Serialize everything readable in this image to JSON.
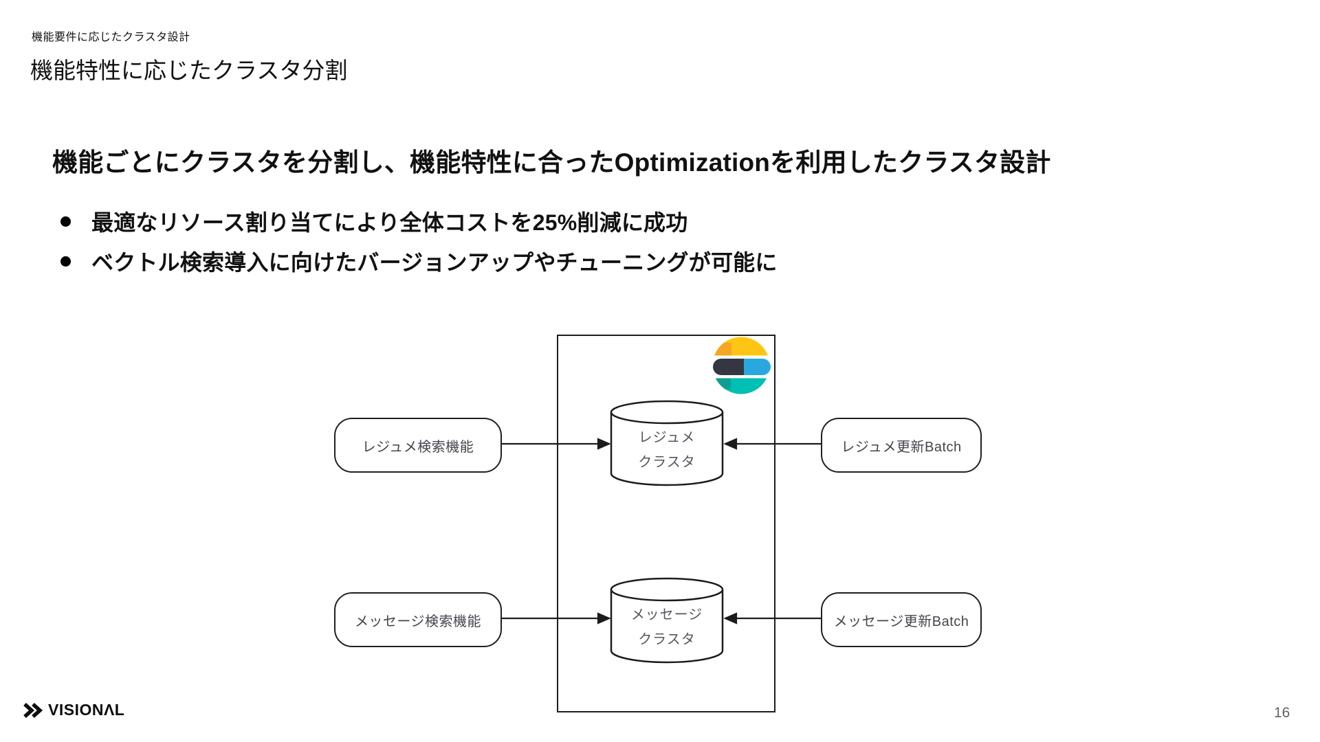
{
  "header": {
    "kicker": "機能要件に応じたクラスタ設計",
    "title": "機能特性に応じたクラスタ分割"
  },
  "lead": {
    "pre": "機能ごとにクラスタを分割し、機能特性に合った",
    "em": "Optimization",
    "post": "を利用したクラスタ設計"
  },
  "bullets": [
    {
      "pre": "最適なリソース割り当てにより全体コストを",
      "em": "25%",
      "post": "削減に成功"
    },
    {
      "pre": "ベクトル検索導入に向けたバージョンアップやチューニングが可能に",
      "em": "",
      "post": ""
    }
  ],
  "diagram": {
    "sources": [
      {
        "label": "レジュメ検索機能"
      },
      {
        "label": "メッセージ検索機能"
      }
    ],
    "clusters": [
      {
        "line1": "レジュメ",
        "line2": "クラスタ"
      },
      {
        "line1": "メッセージ",
        "line2": "クラスタ"
      }
    ],
    "batches": [
      {
        "label": "レジュメ更新Batch"
      },
      {
        "label": "メッセージ更新Batch"
      }
    ],
    "logo": "elasticsearch-logo"
  },
  "footer": {
    "brand": "VISIONΛL",
    "page": "16"
  },
  "colors": {
    "es_yellow": "#FEC514",
    "es_orange": "#F5A623",
    "es_dark": "#343741",
    "es_blue": "#29A8E0",
    "es_teal": "#00BFB3",
    "es_teal_dark": "#0F9E92",
    "ink": "#1C1C1C"
  }
}
